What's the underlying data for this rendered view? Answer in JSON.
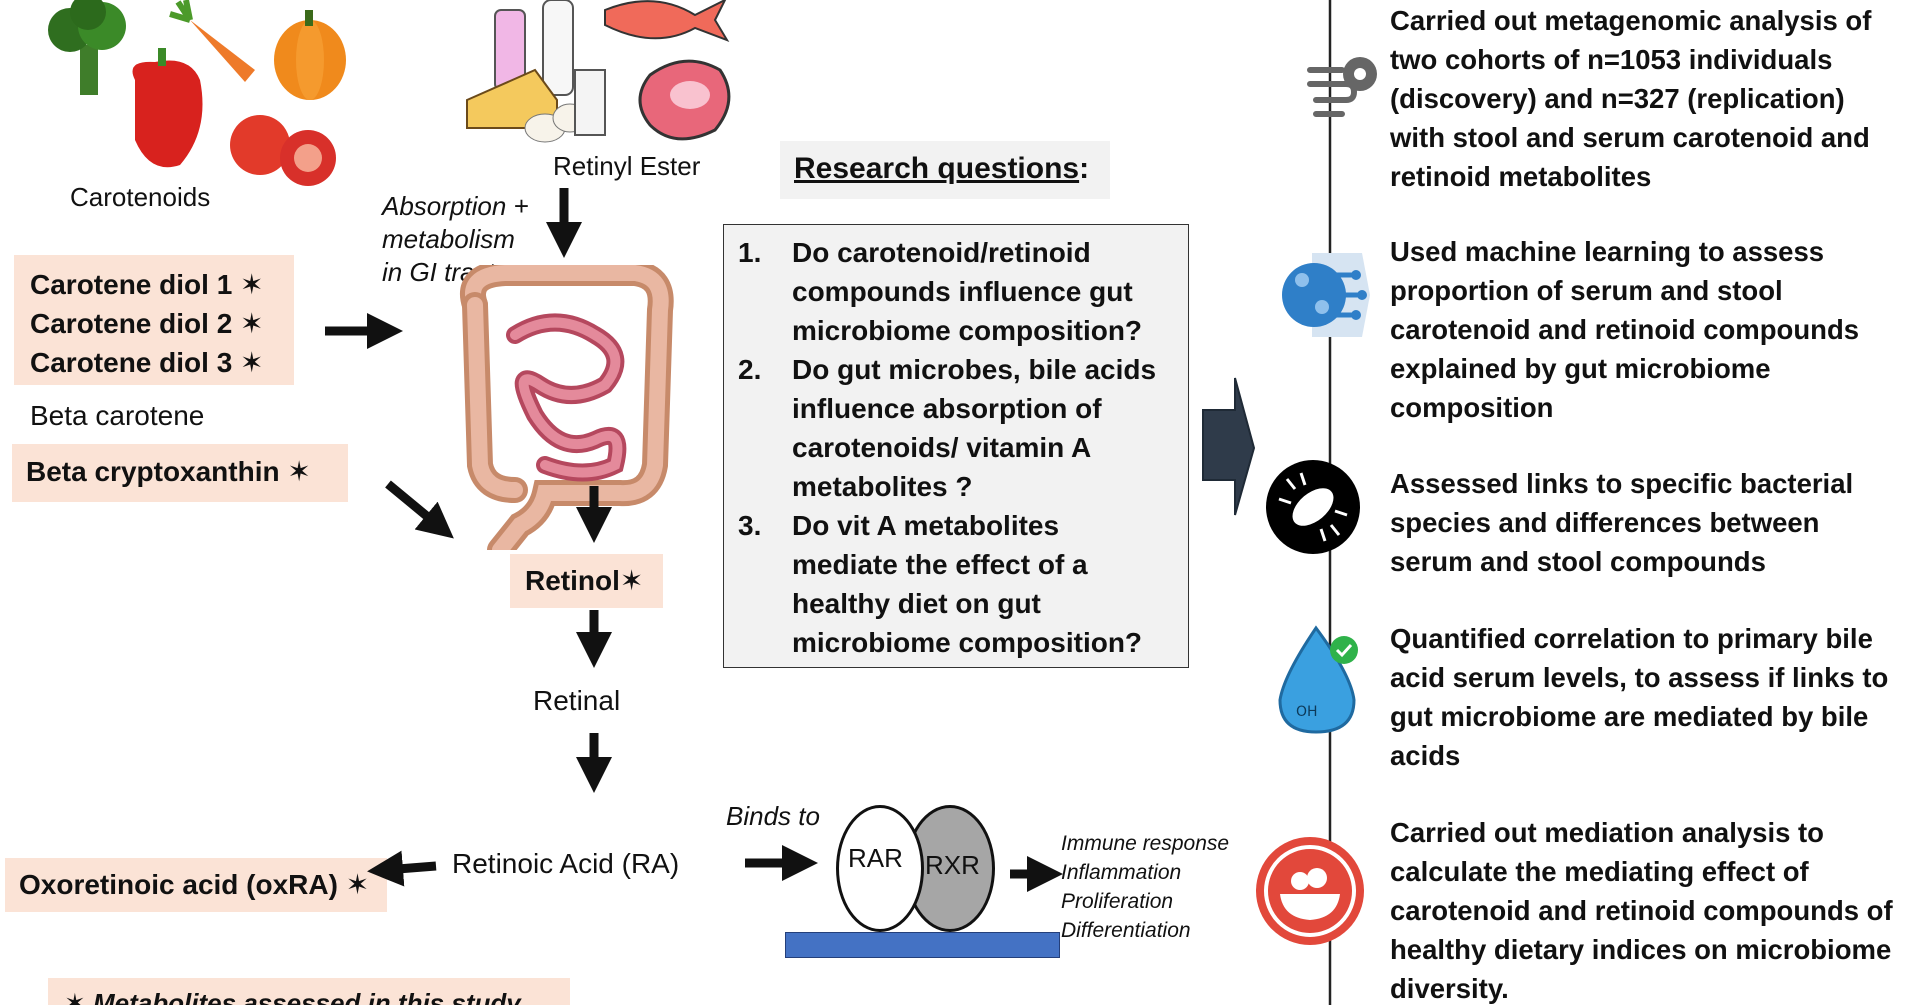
{
  "foods": {
    "carotenoids_label": "Carotenoids",
    "retinyl_label": "Retinyl Ester",
    "vegetables": [
      "broccoli",
      "carrot",
      "pumpkin",
      "red-pepper",
      "tomato"
    ],
    "animal_foods": [
      "milk",
      "cheese",
      "eggs",
      "fish",
      "steak"
    ]
  },
  "absorption": {
    "line1": "Absorption +",
    "line2": "metabolism",
    "line3": "in GI tract"
  },
  "carotenes": {
    "diol1": "Carotene diol 1 ✶",
    "diol2": "Carotene diol 2 ✶",
    "diol3": "Carotene diol 3 ✶",
    "beta_carotene": "Beta carotene",
    "beta_cryptoxanthin": "Beta cryptoxanthin ✶"
  },
  "pathway": {
    "retinol": "Retinol✶",
    "retinal": "Retinal",
    "retinoic_acid": "Retinoic Acid (RA)",
    "oxoretinoic": "Oxoretinoic acid (oxRA) ✶",
    "binds_to": "Binds to",
    "rar": "RAR",
    "rxr": "RXR",
    "effects": [
      "Immune response",
      "Inflammation",
      "Proliferation",
      "Differentiation"
    ]
  },
  "legend": {
    "note": "✶ Metabolites assessed in this study"
  },
  "research": {
    "heading": "Research questions",
    "colon": ":",
    "questions": [
      {
        "num": "1.",
        "text": "Do carotenoid/retinoid compounds influence gut microbiome composition?"
      },
      {
        "num": "2.",
        "text": "Do gut microbes, bile acids influence absorption of carotenoids/ vitamin A metabolites ?"
      },
      {
        "num": "3.",
        "text": "Do vit A metabolites mediate the effect of a healthy diet on gut microbiome composition?"
      }
    ]
  },
  "findings": [
    {
      "icon": "gut-gear-icon",
      "text": "Carried out metagenomic analysis of two cohorts of n=1053 individuals (discovery) and n=327 (replication) with stool and serum carotenoid and retinoid metabolites"
    },
    {
      "icon": "brain-network-icon",
      "text": "Used machine learning to assess proportion of serum and stool carotenoid and retinoid compounds explained by gut microbiome composition"
    },
    {
      "icon": "bacteria-icon",
      "text": "Assessed links to specific bacterial species and differences between serum and stool compounds"
    },
    {
      "icon": "bile-drop-icon",
      "text": "Quantified correlation to primary bile acid serum levels, to assess if links to gut microbiome are mediated by bile acids"
    },
    {
      "icon": "healthy-diet-icon",
      "text": "Carried out mediation analysis to calculate the mediating effect of carotenoid and retinoid compounds of healthy dietary indices on microbiome diversity."
    }
  ],
  "colors": {
    "peach": "#fbe3d6",
    "panel": "#f2f2f2",
    "navy_arrow": "#2f3b4a",
    "blue_bar": "#4472c4",
    "rxr_gray": "#a6a6a6",
    "accent_red": "#e2483b",
    "accent_blue": "#2f8fd8"
  }
}
